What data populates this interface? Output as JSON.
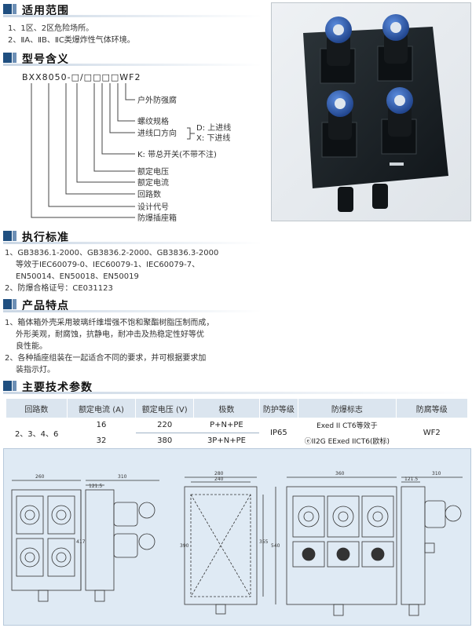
{
  "sections": {
    "scope": {
      "title": "适用范围",
      "lines": [
        "1、1区、2区危险场所。",
        "2、ⅡA、ⅡB、ⅡC类爆炸性气体环境。"
      ]
    },
    "model": {
      "title": "型号含义",
      "code": "BXX8050-□/□□□□WF2",
      "labels": {
        "outdoor": "户外防强腐",
        "thread": "螺纹规格",
        "inlet": "进线口方向",
        "dir_d": "D: 上进线",
        "dir_x": "X: 下进线",
        "switch": "K: 带总开关(不带不注)",
        "voltage": "额定电压",
        "current": "额定电流",
        "circuits": "回路数",
        "design": "设计代号",
        "box": "防爆插座箱"
      }
    },
    "standards": {
      "title": "执行标准",
      "lines": [
        "1、GB3836.1-2000、GB3836.2-2000、GB3836.3-2000",
        "等效于IEC60079-0、IEC60079-1、IEC60079-7、",
        "EN50014、EN50018、EN50019",
        "2、防爆合格证号：CE031123"
      ]
    },
    "features": {
      "title": "产品特点",
      "lines": [
        "1、箱体箱外壳采用玻璃纤维增强不饱和聚酯树脂压制而成，",
        "外形美观，耐腐蚀，抗静电，耐冲击及热稳定性好等优",
        "良性能。",
        "2、各种插座组装在一起适合不同的要求，并可根据要求加",
        "装指示灯。"
      ]
    },
    "params": {
      "title": "主要技术参数",
      "headers": [
        "回路数",
        "额定电流 (A)",
        "额定电压 (V)",
        "极数",
        "防护等级",
        "防爆标志",
        "防腐等级"
      ],
      "row1": {
        "circuits": "2、3、4、6",
        "current_a": "16",
        "current_b": "32",
        "voltage_a": "220",
        "voltage_b": "380",
        "poles_a": "P+N+PE",
        "poles_b": "3P+N+PE",
        "protection": "IP65",
        "ex_a": "Exed II CT6等效于",
        "ex_b": "ⓔII2G EExed IICT6(欧标)",
        "corrosion": "WF2"
      }
    }
  },
  "drawing": {
    "d1": "260",
    "d2": "310",
    "d3": "121.5",
    "d4": "417",
    "d5": "280",
    "d6": "240",
    "d7": "390",
    "d8": "355",
    "d9": "540",
    "d10": "360",
    "d11": "121.5",
    "d12": "310"
  },
  "colors": {
    "accent": "#1f4f80",
    "table_header": "#dbe5ef",
    "drawing_bg": "#dfeaf4",
    "enclosure": "#1d2428",
    "socket_blue": "#2e5fb4"
  }
}
